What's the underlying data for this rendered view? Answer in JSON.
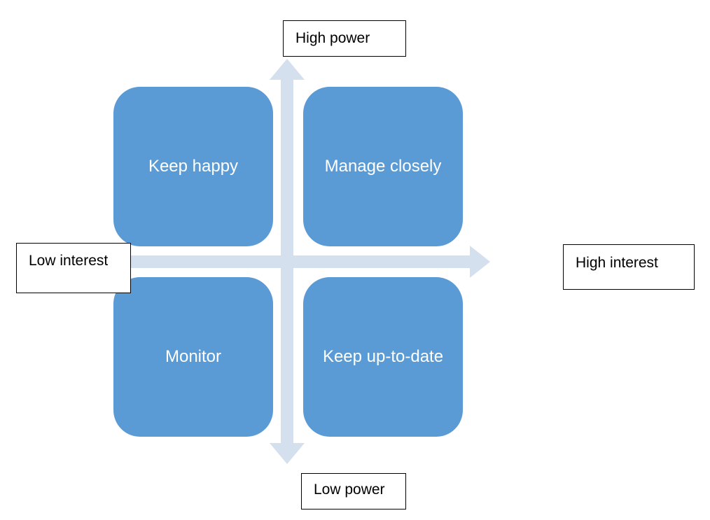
{
  "colors": {
    "quadrant_fill": "#5b9bd5",
    "axis_fill": "#d4e0ee",
    "label_border": "#000000",
    "quadrant_text": "#ffffff"
  },
  "quadrants": {
    "top_left": "Keep happy",
    "top_right": "Manage closely",
    "bottom_left": "Monitor",
    "bottom_right": "Keep up-to-date"
  },
  "axis_labels": {
    "top": "High power",
    "bottom": "Low power",
    "left": "Low interest",
    "right": "High interest"
  }
}
